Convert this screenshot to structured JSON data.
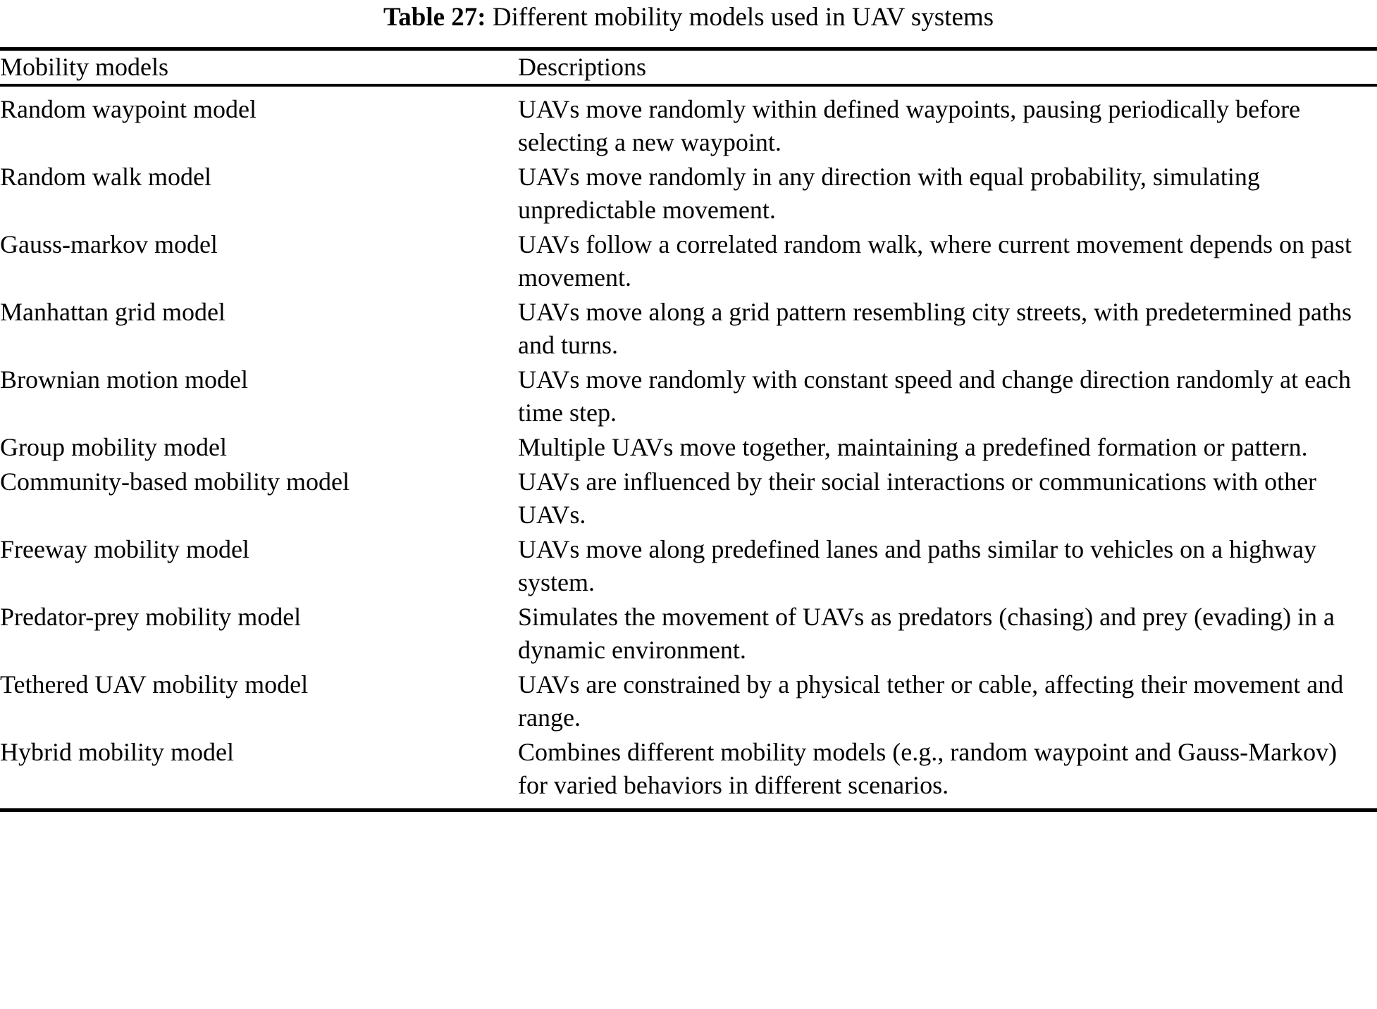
{
  "caption": {
    "label": "Table 27:",
    "text": "Different mobility models used in UAV systems"
  },
  "table": {
    "columns": [
      {
        "header": "Mobility models"
      },
      {
        "header": "Descriptions"
      }
    ],
    "rows": [
      {
        "model": "Random waypoint model",
        "description": "UAVs move randomly within defined waypoints, pausing periodically before selecting a new waypoint."
      },
      {
        "model": "Random walk model",
        "description": "UAVs move randomly in any direction with equal probability, simulating unpredictable movement."
      },
      {
        "model": "Gauss-markov model",
        "description": "UAVs follow a correlated random walk, where current movement depends on past movement."
      },
      {
        "model": "Manhattan grid model",
        "description": "UAVs move along a grid pattern resembling city streets, with predetermined paths and turns."
      },
      {
        "model": "Brownian motion model",
        "description": "UAVs move randomly with constant speed and change direction randomly at each time step."
      },
      {
        "model": "Group mobility model",
        "description": "Multiple UAVs move together, maintaining a predefined formation or pattern."
      },
      {
        "model": "Community-based mobility model",
        "description": "UAVs are influenced by their social interactions or communications with other UAVs."
      },
      {
        "model": "Freeway mobility model",
        "description": "UAVs move along predefined lanes and paths similar to vehicles on a highway system."
      },
      {
        "model": "Predator-prey mobility model",
        "description": "Simulates the movement of UAVs as predators (chasing) and prey (evading) in a dynamic environment."
      },
      {
        "model": "Tethered UAV mobility model",
        "description": "UAVs are constrained by a physical tether or cable, affecting their movement and range."
      },
      {
        "model": "Hybrid mobility model",
        "description": "Combines different mobility models (e.g., random waypoint and Gauss-Markov) for varied behaviors in different scenarios."
      }
    ]
  },
  "colors": {
    "text": "#000000",
    "rule": "#000000",
    "background": "#ffffff"
  }
}
